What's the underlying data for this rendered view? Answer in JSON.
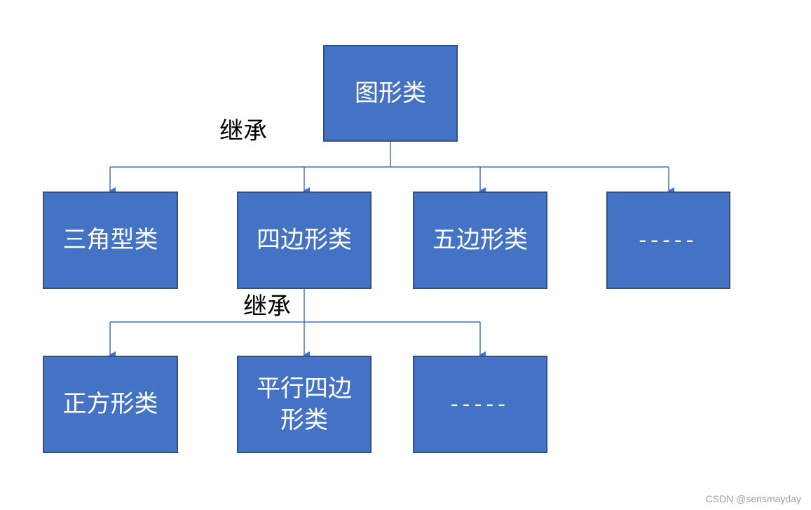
{
  "colors": {
    "box_fill": "#4472c4",
    "box_border": "#2f528f",
    "connector": "#4472c4",
    "label_text": "#000000",
    "box_text": "#ffffff"
  },
  "nodes": {
    "root": "图形类",
    "triangle": "三角型类",
    "quadrilateral": "四边形类",
    "pentagon": "五边形类",
    "level1_more": "-----",
    "square": "正方形类",
    "parallelogram_line1": "平行四边",
    "parallelogram_line2": "形类",
    "level2_more": "-----"
  },
  "edge_labels": {
    "inherit_top": "继承",
    "inherit_mid": "继承"
  },
  "watermark": "CSDN @sensmayday"
}
